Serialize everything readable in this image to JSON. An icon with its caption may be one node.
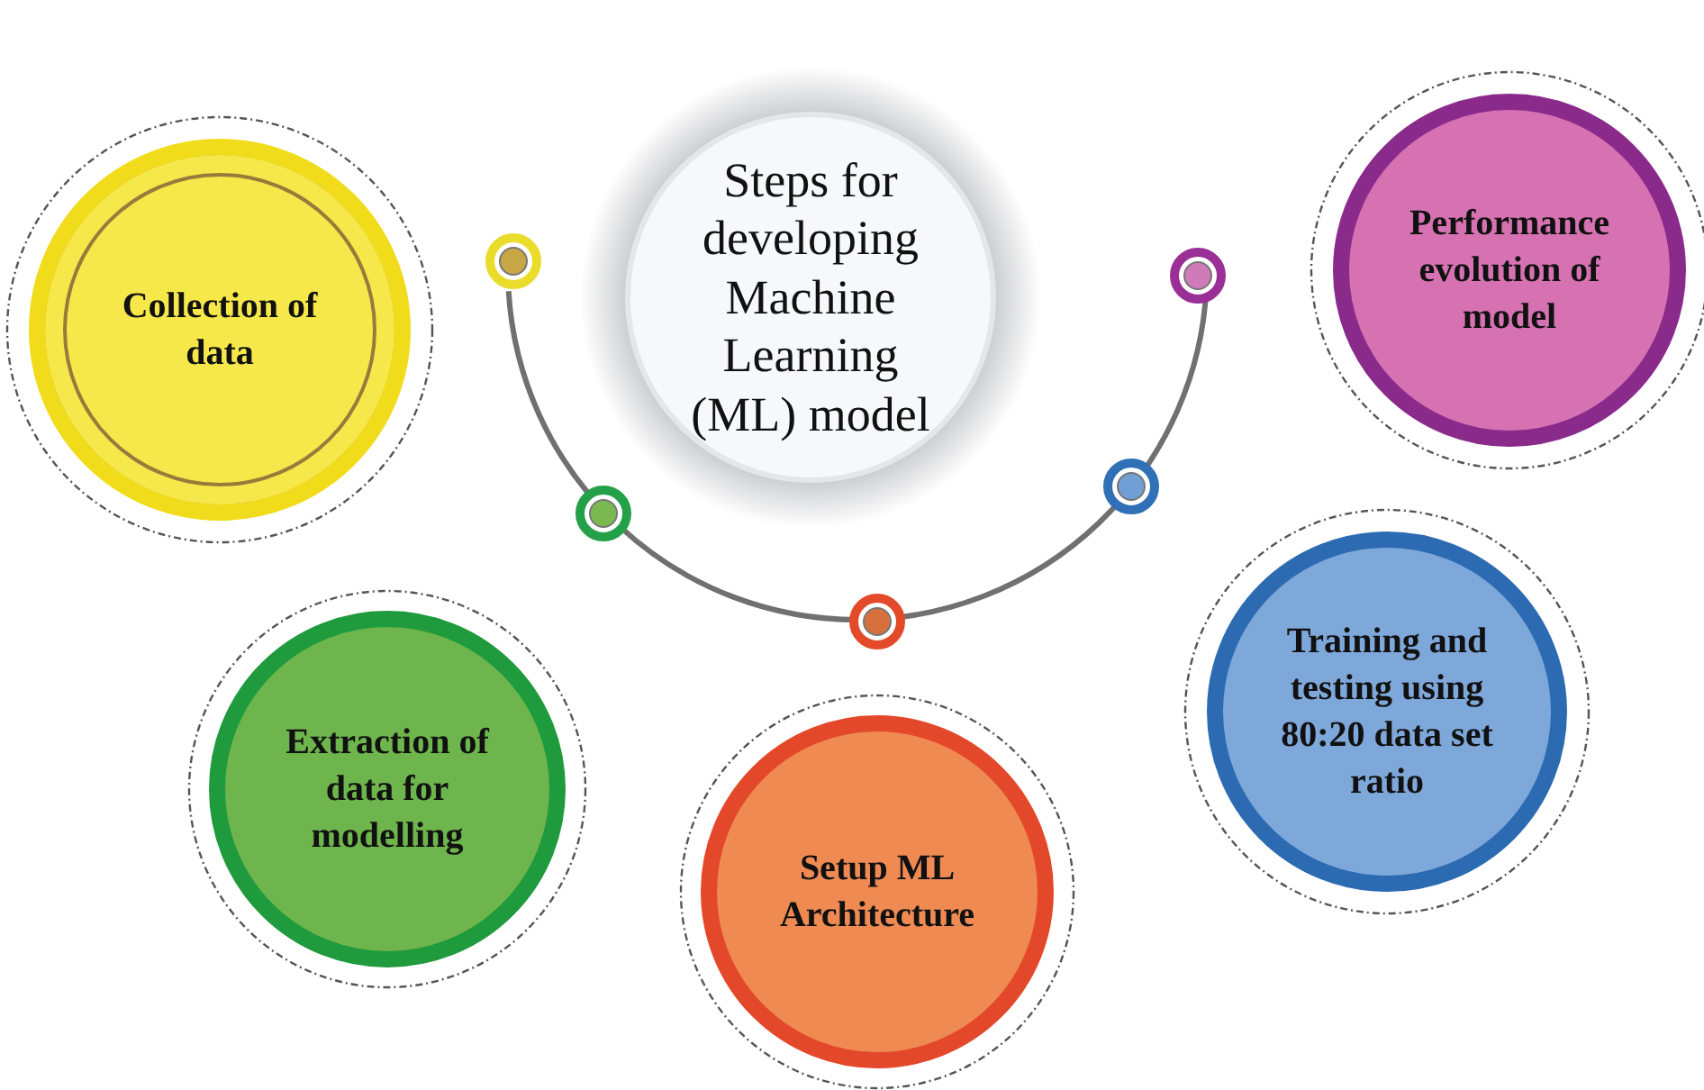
{
  "diagram": {
    "nodes": [
      {
        "text": [
          "Steps for developing Machine Learning (ML) model"
        ]
      },
      {
        "text": [
          "Collection of data"
        ]
      },
      {
        "text": [
          "Extraction of data for modelling"
        ]
      },
      {
        "text": [
          "Setup ML Architecture"
        ]
      },
      {
        "text": [
          "Training and testing using 80:20 data set ratio"
        ]
      },
      {
        "text": [
          "Performance evolution of model"
        ]
      }
    ],
    "edges": []
  }
}
